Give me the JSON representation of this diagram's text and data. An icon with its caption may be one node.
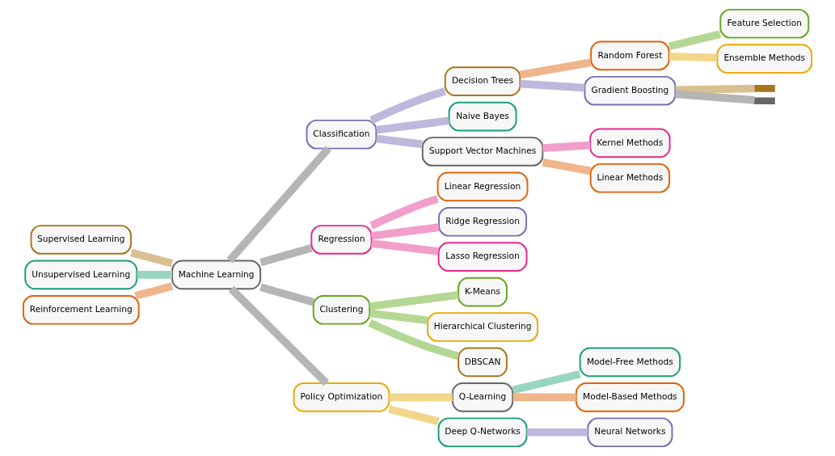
{
  "diagram": {
    "nodes": [
      {
        "text": [
          "Supervised Learning"
        ]
      },
      {
        "text": [
          "Unsupervised Learning"
        ]
      },
      {
        "text": [
          "Reinforcement Learning"
        ]
      },
      {
        "text": [
          "Machine Learning"
        ]
      },
      {
        "text": [
          "Classification"
        ]
      },
      {
        "text": [
          "Regression"
        ]
      },
      {
        "text": [
          "Clustering"
        ]
      },
      {
        "text": [
          "Policy Optimization"
        ]
      },
      {
        "text": [
          "Decision Trees"
        ]
      },
      {
        "text": [
          "Naive Bayes"
        ]
      },
      {
        "text": [
          "Support Vector Machines"
        ]
      },
      {
        "text": [
          "Linear Regression"
        ]
      },
      {
        "text": [
          "Ridge Regression"
        ]
      },
      {
        "text": [
          "Lasso Regression"
        ]
      },
      {
        "text": [
          "K-Means"
        ]
      },
      {
        "text": [
          "Hierarchical Clustering"
        ]
      },
      {
        "text": [
          "DBSCAN"
        ]
      },
      {
        "text": [
          "Q-Learning"
        ]
      },
      {
        "text": [
          "Deep Q-Networks"
        ]
      },
      {
        "text": [
          "Random Forest"
        ]
      },
      {
        "text": [
          "Gradient Boosting"
        ]
      },
      {
        "text": [
          "Kernel Methods"
        ]
      },
      {
        "text": [
          "Linear Methods"
        ]
      },
      {
        "text": [
          "Model-Free Methods"
        ]
      },
      {
        "text": [
          "Model-Based Methods"
        ]
      },
      {
        "text": [
          "Neural Networks"
        ]
      },
      {
        "text": [
          "Feature Selection"
        ]
      },
      {
        "text": [
          "Ensemble Methods"
        ]
      },
      {
        "text": [],
        "shape": "bar"
      },
      {
        "text": [],
        "shape": "bar"
      }
    ],
    "edges": [
      {
        "from": 0,
        "to": 3,
        "arrow": "none",
        "color": "#d9c091"
      },
      {
        "from": 1,
        "to": 3,
        "arrow": "none",
        "color": "#99d5c2"
      },
      {
        "from": 2,
        "to": 3,
        "arrow": "none",
        "color": "#f0b58a"
      },
      {
        "from": 3,
        "to": 4,
        "arrow": "none",
        "color": "#b5b5b5"
      },
      {
        "from": 3,
        "to": 5,
        "arrow": "none",
        "color": "#b5b5b5"
      },
      {
        "from": 3,
        "to": 6,
        "arrow": "none",
        "color": "#b5b5b5"
      },
      {
        "from": 3,
        "to": 7,
        "arrow": "none",
        "color": "#b5b5b5"
      },
      {
        "from": 4,
        "to": 8,
        "arrow": "none",
        "color": "#bdb8dc"
      },
      {
        "from": 4,
        "to": 9,
        "arrow": "none",
        "color": "#bdb8dc"
      },
      {
        "from": 4,
        "to": 10,
        "arrow": "none",
        "color": "#bdb8dc"
      },
      {
        "from": 5,
        "to": 11,
        "arrow": "none",
        "color": "#f29ecb"
      },
      {
        "from": 5,
        "to": 12,
        "arrow": "none",
        "color": "#f29ecb"
      },
      {
        "from": 5,
        "to": 13,
        "arrow": "none",
        "color": "#f29ecb"
      },
      {
        "from": 6,
        "to": 14,
        "arrow": "none",
        "color": "#b5d794"
      },
      {
        "from": 6,
        "to": 15,
        "arrow": "none",
        "color": "#b5d794"
      },
      {
        "from": 6,
        "to": 16,
        "arrow": "none",
        "color": "#b5d794"
      },
      {
        "from": 7,
        "to": 17,
        "arrow": "none",
        "color": "#f2d68a"
      },
      {
        "from": 7,
        "to": 18,
        "arrow": "none",
        "color": "#f2d68a"
      },
      {
        "from": 8,
        "to": 19,
        "arrow": "none",
        "color": "#f0b58a"
      },
      {
        "from": 8,
        "to": 20,
        "arrow": "none",
        "color": "#bdb8dc"
      },
      {
        "from": 10,
        "to": 21,
        "arrow": "none",
        "color": "#f29ecb"
      },
      {
        "from": 10,
        "to": 22,
        "arrow": "none",
        "color": "#f0b58a"
      },
      {
        "from": 17,
        "to": 23,
        "arrow": "none",
        "color": "#99d5c2"
      },
      {
        "from": 17,
        "to": 24,
        "arrow": "none",
        "color": "#f0b58a"
      },
      {
        "from": 18,
        "to": 25,
        "arrow": "none",
        "color": "#bdb8dc"
      },
      {
        "from": 19,
        "to": 26,
        "arrow": "none",
        "color": "#b5d794"
      },
      {
        "from": 19,
        "to": 27,
        "arrow": "none",
        "color": "#f2d68a"
      },
      {
        "from": 20,
        "to": 28,
        "arrow": "none",
        "color": "#d9c091"
      },
      {
        "from": 20,
        "to": 29,
        "arrow": "none",
        "color": "#b5b5b5"
      }
    ]
  }
}
